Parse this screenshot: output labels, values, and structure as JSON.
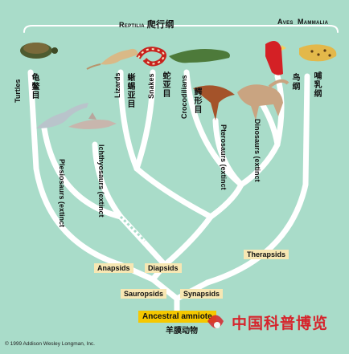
{
  "group_headers": {
    "reptilia": "Reptilia",
    "reptilia_cn": "爬行纲",
    "aves": "Aves",
    "mammalia": "Mammalia"
  },
  "taxa": {
    "turtles": "Turtles",
    "turtles_cn": "龟鳖目",
    "lizards": "Lizards",
    "lizards_cn": "蜥蜴亚目",
    "snakes": "Snakes",
    "snakes_cn": "蛇亚目",
    "crocodilians": "Crocodilians",
    "crocodilians_cn": "鳄形目",
    "plesiosaurs": "Plesiosaurs (extinct",
    "ichthyosaurs": "Ichthyosaurs (extinct",
    "pterosaurs": "Pterosaurs (extinct",
    "dinosaurs": "Dinosaurs (extinct",
    "aves_cn": "鸟纲",
    "mammalia_cn": "哺乳纲"
  },
  "clades": {
    "anapsids": "Anapsids",
    "diapsids": "Diapsids",
    "therapsids": "Therapsids",
    "sauropsids": "Sauropsids",
    "synapsids": "Synapsids",
    "ancestral_amniote": "Ancestral amniote",
    "ancestral_amniote_cn": "羊膜动物"
  },
  "copyright": "© 1999 Addison Wesley Longman, Inc.",
  "watermark": "中国科普博览",
  "colors": {
    "background": "#a9dcc9",
    "branch": "#ffffff",
    "label_bg": "#f7e7b3",
    "ancestor_bg": "#f5c800",
    "watermark": "#d6242c"
  }
}
